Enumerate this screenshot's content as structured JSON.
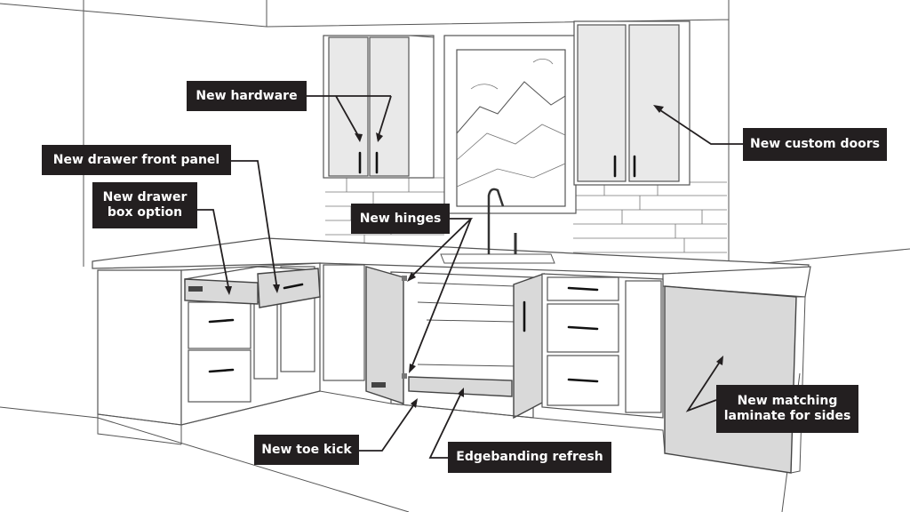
{
  "callouts": {
    "hardware": "New hardware",
    "drawer_front": "New drawer front panel",
    "drawer_box": "New drawer\nbox option",
    "hinges": "New hinges",
    "custom_doors": "New custom doors",
    "toe_kick": "New toe kick",
    "edgebanding": "Edgebanding refresh",
    "laminate": "New matching\nlaminate for sides"
  },
  "colors": {
    "callout_bg": "#231f20",
    "callout_text": "#ffffff",
    "panel_gray": "#d9d9d9"
  }
}
